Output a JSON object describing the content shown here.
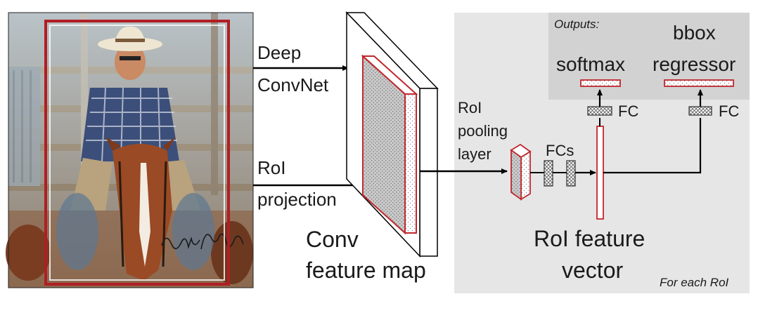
{
  "labels": {
    "deep": "Deep",
    "convnet": "ConvNet",
    "roi": "RoI",
    "projection": "projection",
    "conv": "Conv",
    "feature_map": "feature map",
    "roi_pooling_1": "RoI",
    "roi_pooling_2": "pooling",
    "roi_pooling_3": "layer",
    "fcs": "FCs",
    "roi_feature": "RoI feature",
    "vector": "vector",
    "outputs": "Outputs:",
    "softmax": "softmax",
    "bbox": "bbox",
    "regressor": "regressor",
    "fc_left": "FC",
    "fc_right": "FC",
    "for_each": "For each RoI"
  },
  "photo": {
    "subject": "cowboy-on-horse-photo",
    "signature": "Paul Gray"
  },
  "colors": {
    "panel": "#e6e6e7",
    "outputs_panel": "#d2d2d3",
    "accent_red": "#c0272d",
    "arrow": "#000000"
  }
}
